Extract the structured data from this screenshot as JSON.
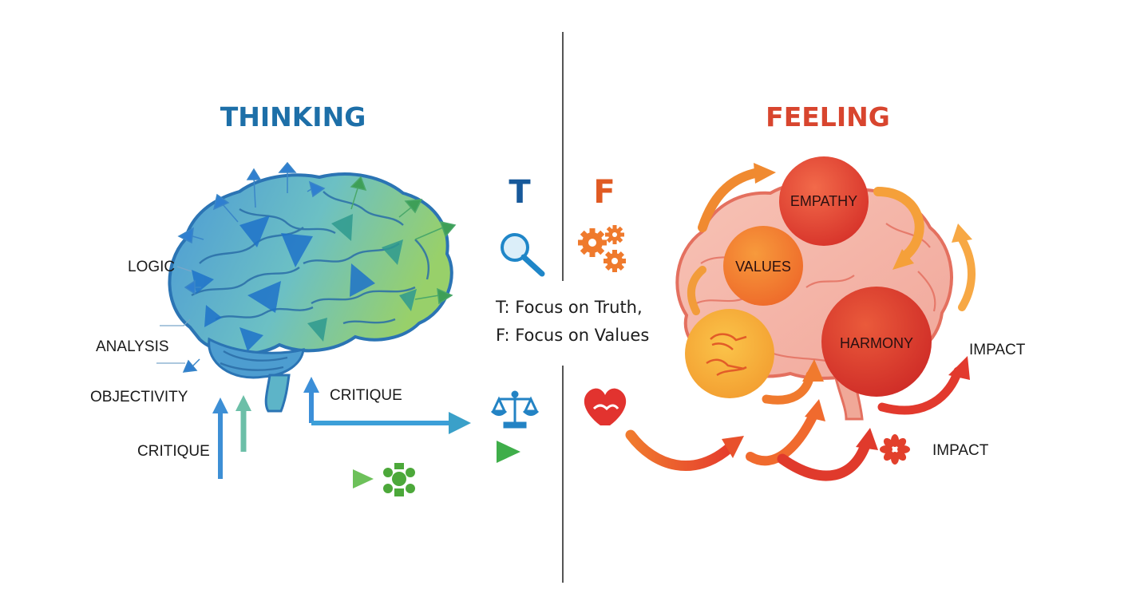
{
  "thinking": {
    "title": "THINKING",
    "letter": "T",
    "labels": [
      "LOGIC",
      "ANALYSIS",
      "OBJECTIVITY",
      "CRITIQUE",
      "CRITIQUE"
    ]
  },
  "feeling": {
    "title": "FEELING",
    "letter": "F",
    "circles": [
      "EMPATHY",
      "VALUES",
      "HARMONY"
    ],
    "labels": [
      "IMPACT",
      "IMPACT"
    ]
  },
  "center": {
    "line1": "T: Focus on Truth,",
    "line2": "F: Focus on Values"
  },
  "colors": {
    "thinking_title": "#1d6fa8",
    "thinking_letter": "#17599a",
    "feeling_title": "#d8452e",
    "feeling_letter": "#e05a22",
    "divider": "#555555"
  },
  "icons": {
    "thinking": [
      "magnifier-icon",
      "scale-icon",
      "flower-emblem-icon"
    ],
    "feeling": [
      "gears-icon",
      "heart-hands-icon",
      "flower-icon"
    ]
  }
}
